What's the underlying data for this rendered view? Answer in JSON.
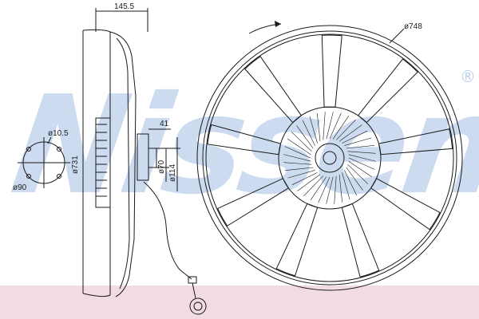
{
  "watermark": {
    "brand": "Nissens",
    "mark": "®"
  },
  "dimensions": {
    "depth": "145.5",
    "mount_offset": "41",
    "hole_dia": "ø10.5",
    "pcd": "ø90",
    "hub_dia": "ø70",
    "flange_dia": "ø114",
    "shroud_dia": "ø731",
    "fan_dia": "ø748"
  },
  "fan": {
    "blade_count": 9,
    "rotation": "clockwise"
  },
  "colors": {
    "watermark": "#bcd0ec",
    "band": "#f3dbe4",
    "line": "#1a1a1a"
  }
}
